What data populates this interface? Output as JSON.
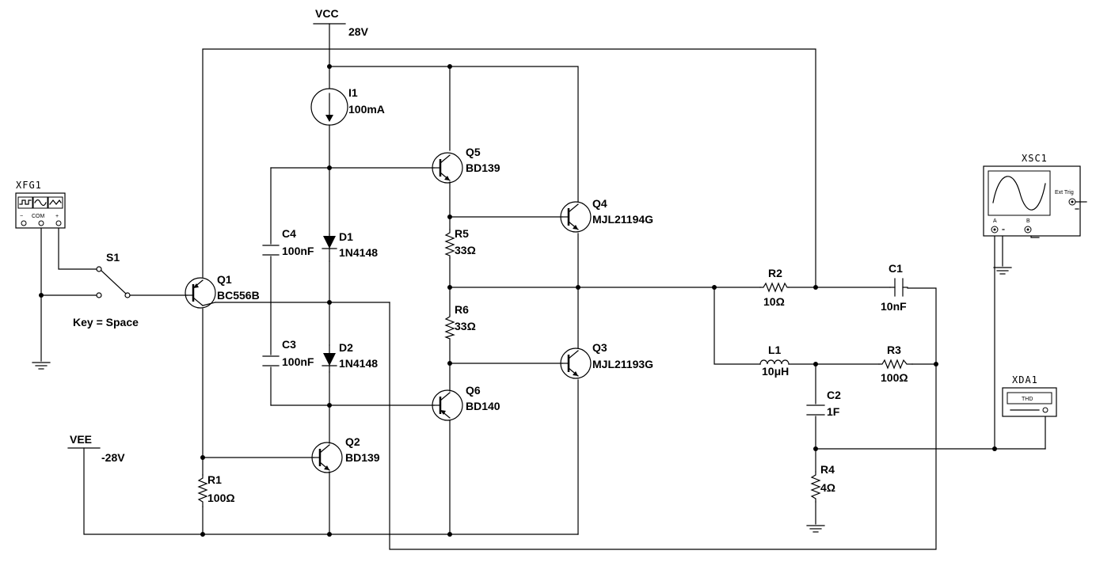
{
  "supplies": {
    "vcc": {
      "name": "VCC",
      "value": "28V"
    },
    "vee": {
      "name": "VEE",
      "value": "-28V"
    }
  },
  "instruments": {
    "xfg1": {
      "name": "XFG1",
      "com": "COM",
      "minus": "−",
      "plus": "+"
    },
    "xsc1": {
      "name": "XSC1",
      "ext_trig": "Ext Trig",
      "ch_a": "A",
      "ch_b": "B"
    },
    "xda1": {
      "name": "XDA1",
      "display": "THD"
    }
  },
  "switch": {
    "name": "S1",
    "key": "Key = Space"
  },
  "components": {
    "i1": {
      "name": "I1",
      "value": "100mA"
    },
    "q1": {
      "name": "Q1",
      "value": "BC556B"
    },
    "q2": {
      "name": "Q2",
      "value": "BD139"
    },
    "q3": {
      "name": "Q3",
      "value": "MJL21193G"
    },
    "q4": {
      "name": "Q4",
      "value": "MJL21194G"
    },
    "q5": {
      "name": "Q5",
      "value": "BD139"
    },
    "q6": {
      "name": "Q6",
      "value": "BD140"
    },
    "d1": {
      "name": "D1",
      "value": "1N4148"
    },
    "d2": {
      "name": "D2",
      "value": "1N4148"
    },
    "c1": {
      "name": "C1",
      "value": "10nF"
    },
    "c2": {
      "name": "C2",
      "value": "1F"
    },
    "c3": {
      "name": "C3",
      "value": "100nF"
    },
    "c4": {
      "name": "C4",
      "value": "100nF"
    },
    "r1": {
      "name": "R1",
      "value": "100Ω"
    },
    "r2": {
      "name": "R2",
      "value": "10Ω"
    },
    "r3": {
      "name": "R3",
      "value": "100Ω"
    },
    "r4": {
      "name": "R4",
      "value": "4Ω"
    },
    "r5": {
      "name": "R5",
      "value": "33Ω"
    },
    "r6": {
      "name": "R6",
      "value": "33Ω"
    },
    "l1": {
      "name": "L1",
      "value": "10μH"
    }
  }
}
